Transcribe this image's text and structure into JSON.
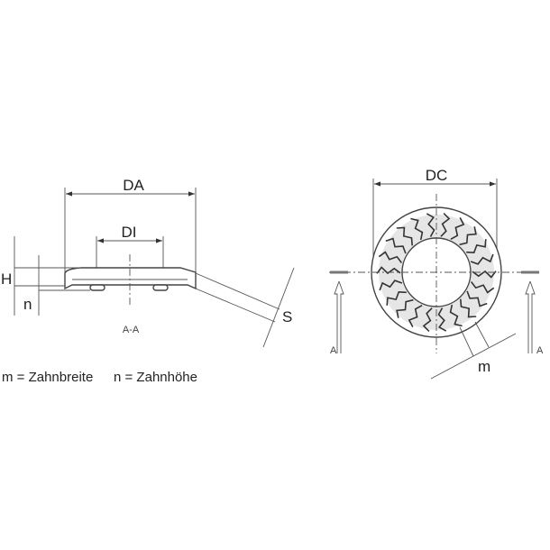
{
  "section_view": {
    "dim_outer": "DA",
    "dim_inner": "DI",
    "dim_height": "H",
    "dim_tooth_height": "n",
    "dim_thickness": "S",
    "section_label": "A-A"
  },
  "top_view": {
    "dim_contact": "DC",
    "dim_tooth_width": "m",
    "section_marker_left": "A",
    "section_marker_right": "A"
  },
  "legend": {
    "m_definition": "m = Zahnbreite",
    "n_definition": "n = Zahnhöhe"
  },
  "colors": {
    "line": "#444444",
    "hatch": "#999999"
  }
}
